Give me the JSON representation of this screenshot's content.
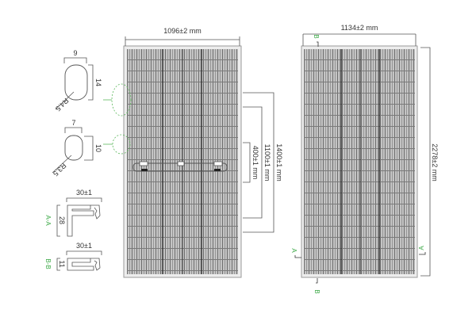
{
  "front_view": {
    "width_dim": "1096±2 mm",
    "mount_dims": [
      "1400±1 mm",
      "1100±1 mm",
      "400±1 mm"
    ]
  },
  "back_view": {
    "width_dim": "1134±2 mm",
    "height_dim": "2278±2 mm",
    "section_markers": {
      "a_left": "A",
      "a_right": "A",
      "b_top": "B",
      "b_bottom": "B"
    }
  },
  "details": {
    "hole1": {
      "width": "9",
      "height": "14",
      "radius": "R4.5"
    },
    "hole2": {
      "width": "7",
      "height": "10",
      "radius": "R3.5"
    }
  },
  "sections": {
    "aa": {
      "label": "A-A",
      "width": "30±1",
      "height": "28"
    },
    "bb": {
      "label": "B-B",
      "width": "30±1",
      "height": "11"
    }
  },
  "colors": {
    "line": "#555555",
    "frame": "#9a9a9a",
    "cell": "#bdbdbd",
    "accent": "#3aa845"
  }
}
